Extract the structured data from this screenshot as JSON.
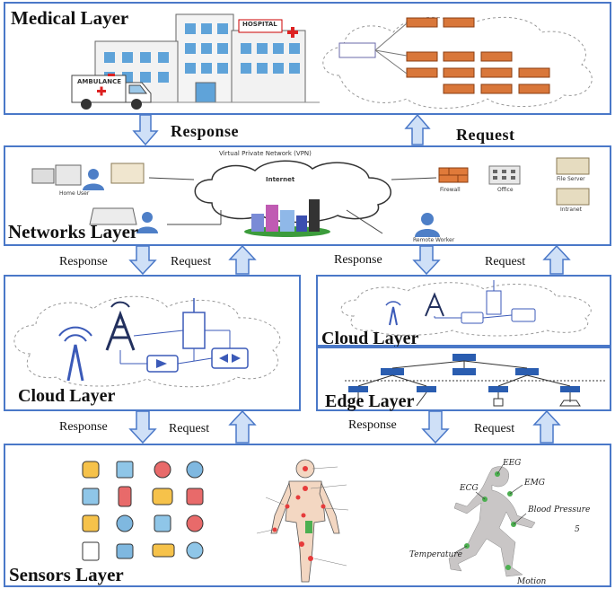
{
  "layers": {
    "medical": "Medical Layer",
    "networks": "Networks Layer",
    "cloud_left": "Cloud Layer",
    "cloud_right": "Cloud Layer",
    "edge": "Edge Layer",
    "sensors": "Sensors Layer"
  },
  "flows": {
    "response": "Response",
    "request": "Request"
  },
  "medical": {
    "hospital_sign": "HOSPITAL",
    "ambulance_sign": "AMBULANCE"
  },
  "network": {
    "vpn_title": "Virtual Private Network (VPN)",
    "internet": "Internet",
    "home_user": "Home User",
    "remote_worker": "Remote Worker",
    "firewall": "Firewall",
    "office": "Office",
    "file_server": "File Server",
    "intranet": "Intranet"
  },
  "runner": {
    "eeg": "EEG",
    "emg": "EMG",
    "ecg": "ECG",
    "blood_pressure": "Blood Pressure",
    "temperature": "Temperature",
    "motion": "Motion",
    "number": "5"
  },
  "colors": {
    "border": "#4a78c8",
    "arrow_fill": "#cfe0f7",
    "arrow_stroke": "#4a78c8"
  }
}
